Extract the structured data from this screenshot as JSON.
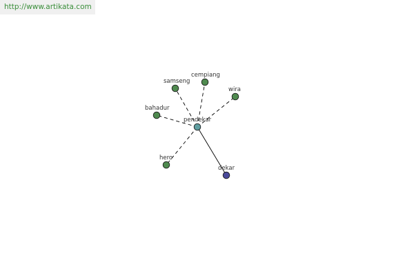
{
  "header": {
    "url": "http://www.artikata.com"
  },
  "graph": {
    "center": {
      "id": "pendekar",
      "label": "pendekar",
      "color": "#5f9ea0"
    },
    "nodes": [
      {
        "id": "cempiang",
        "label": "cempiang",
        "color": "#4f8a4f",
        "link": "dashed"
      },
      {
        "id": "samseng",
        "label": "samseng",
        "color": "#4f8a4f",
        "link": "dashed"
      },
      {
        "id": "wira",
        "label": "wira",
        "color": "#4f8a4f",
        "link": "dashed"
      },
      {
        "id": "bahadur",
        "label": "bahadur",
        "color": "#4f8a4f",
        "link": "dashed"
      },
      {
        "id": "hero",
        "label": "hero",
        "color": "#4f8a4f",
        "link": "dashed"
      },
      {
        "id": "dekar",
        "label": "dekar",
        "color": "#4a4a9a",
        "link": "solid"
      }
    ]
  }
}
